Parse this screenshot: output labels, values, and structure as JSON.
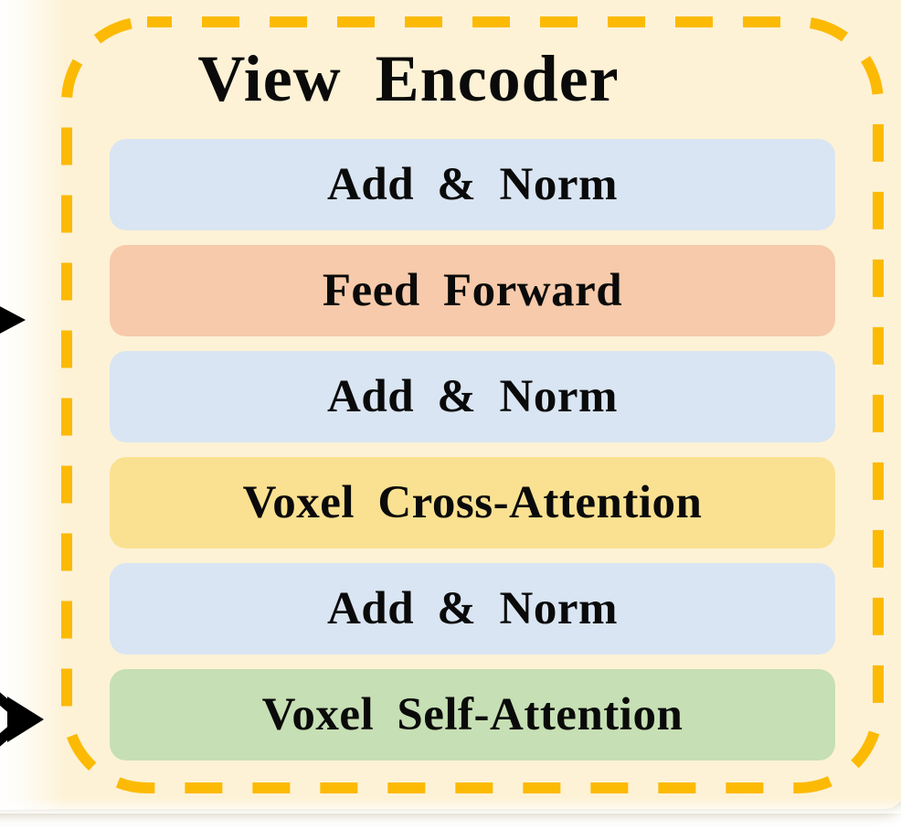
{
  "diagram": {
    "title": "View Encoder",
    "blocks": [
      {
        "name": "add-norm-top",
        "label": "Add & Norm",
        "color_key": "add_norm"
      },
      {
        "name": "feed-forward",
        "label": "Feed Forward",
        "color_key": "feed_forward"
      },
      {
        "name": "add-norm-middle",
        "label": "Add & Norm",
        "color_key": "add_norm"
      },
      {
        "name": "voxel-cross-attention",
        "label": "Voxel Cross-Attention",
        "color_key": "cross_attention"
      },
      {
        "name": "add-norm-bottom",
        "label": "Add & Norm",
        "color_key": "add_norm"
      },
      {
        "name": "voxel-self-attention",
        "label": "Voxel Self-Attention",
        "color_key": "self_attention"
      }
    ],
    "colors": {
      "page_background": "#FFFFFF",
      "panel_background": "#FDF2D6",
      "dashed_border": "#FCBA04",
      "add_norm": "#D9E5F2",
      "feed_forward": "#F6CAAA",
      "cross_attention": "#FAE191",
      "self_attention": "#C6DFB4",
      "arrow": "#000000",
      "text": "#0A0A0A"
    },
    "icons": [
      {
        "name": "input-arrow-feed-forward-icon",
        "meaning": "input arrow entering encoder at feed-forward level"
      },
      {
        "name": "input-arrow-self-attention-icon",
        "meaning": "input arrow entering encoder at self-attention level"
      }
    ]
  }
}
